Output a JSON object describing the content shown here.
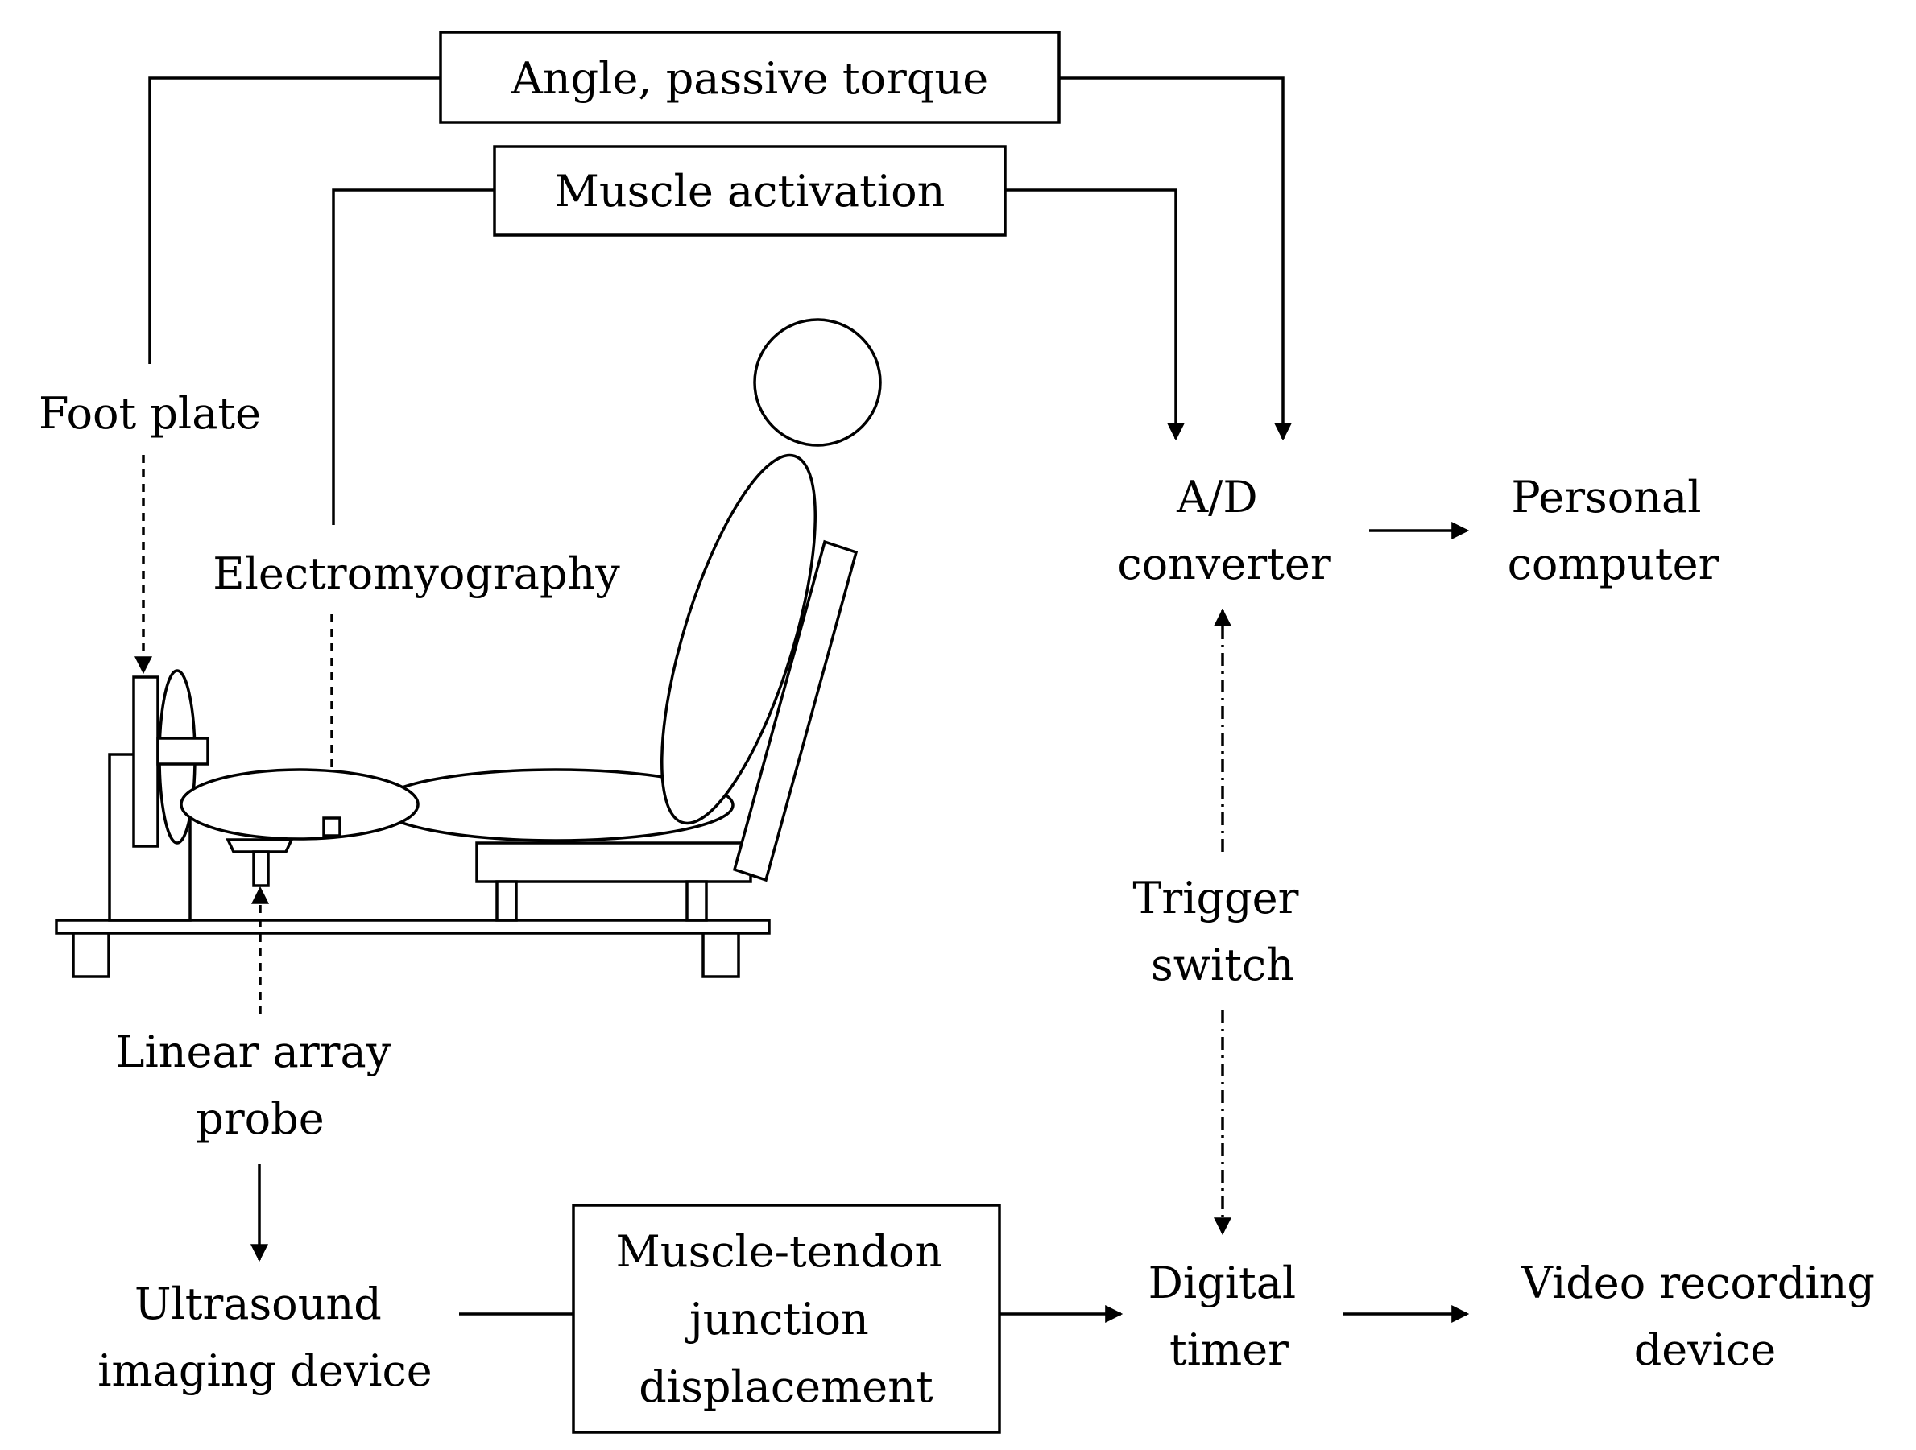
{
  "boxes": {
    "angle_torque": "Angle, passive torque",
    "muscle_activation": "Muscle activation",
    "mtj": [
      "Muscle-tendon",
      "junction",
      "displacement"
    ]
  },
  "labels": {
    "foot_plate": "Foot plate",
    "electromyography": "Electromyography",
    "linear_array_probe": [
      "Linear array",
      "probe"
    ],
    "ultrasound": [
      "Ultrasound",
      "imaging device"
    ],
    "ad_converter": [
      "A/D",
      "converter"
    ],
    "personal_computer": [
      "Personal",
      "computer"
    ],
    "trigger_switch": [
      "Trigger",
      "switch"
    ],
    "digital_timer": [
      "Digital",
      "timer"
    ],
    "video_recording": [
      "Video recording",
      "device"
    ]
  }
}
